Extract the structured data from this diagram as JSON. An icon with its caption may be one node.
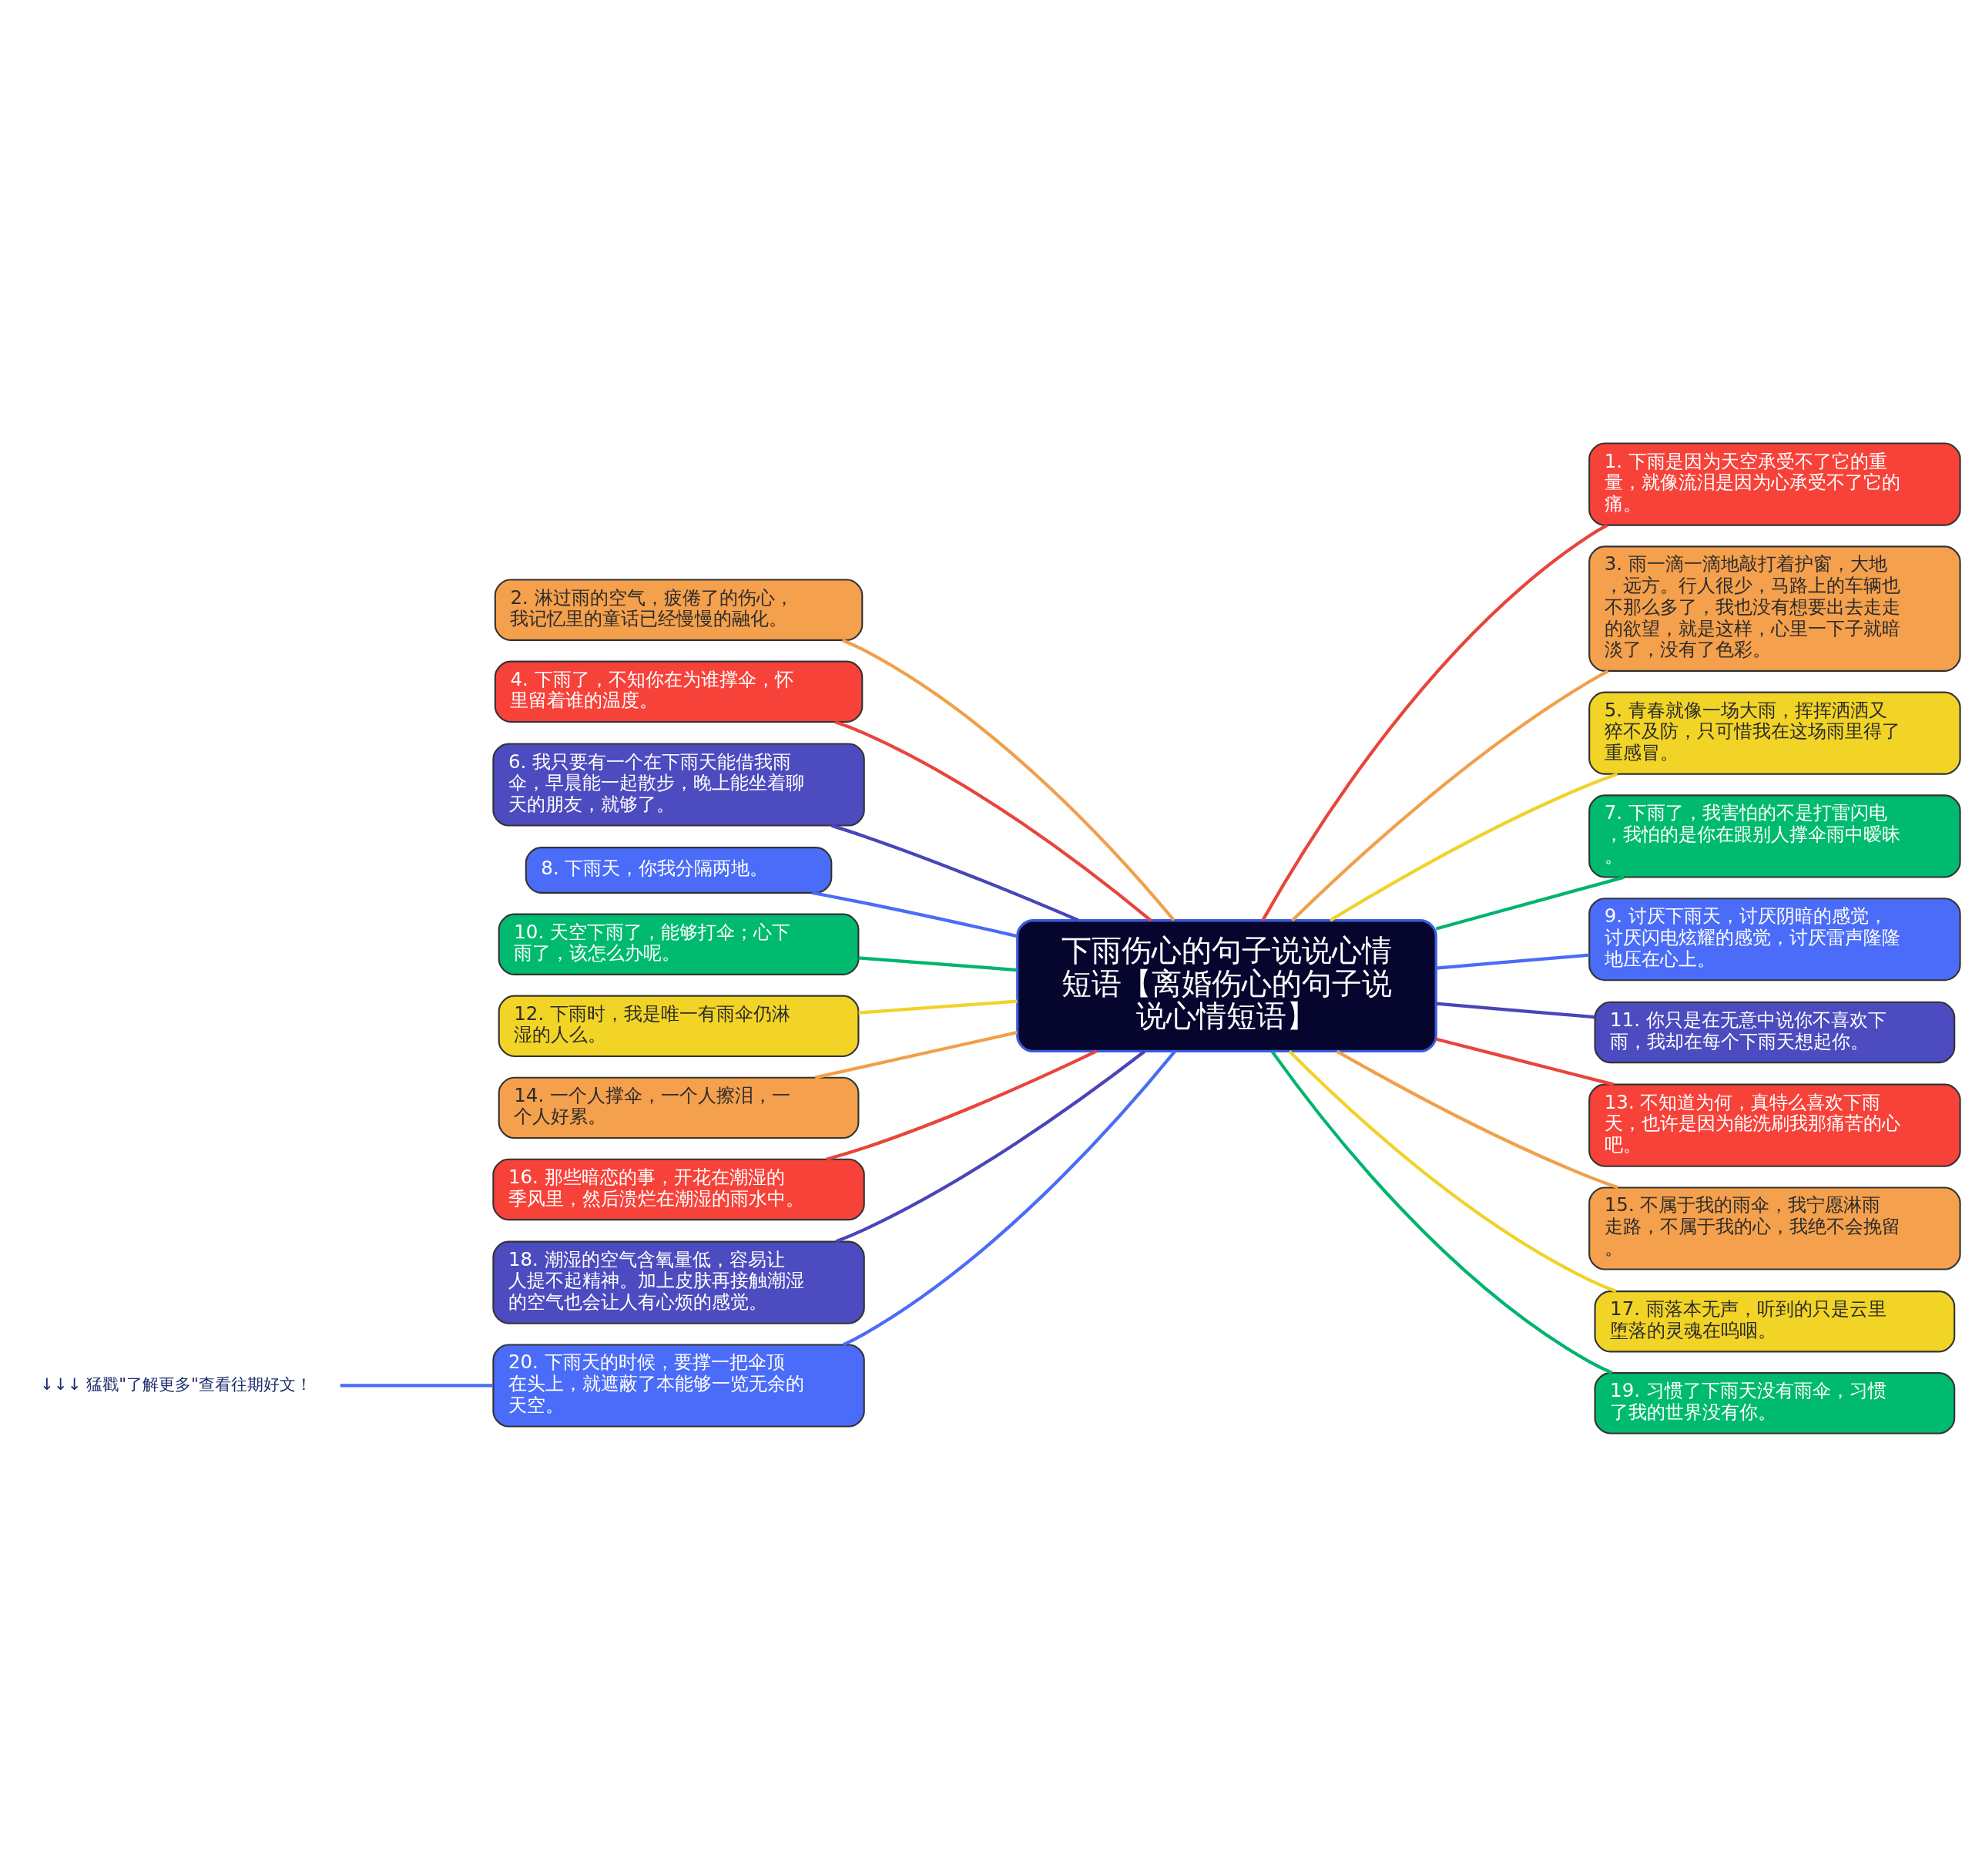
{
  "diagram": {
    "nodes": [
      {
        "text": [
          "下雨伤心的句子说说心情短语【离婚伤心的句子说说心情短语】"
        ]
      },
      {
        "text": [
          "1. 下雨是因为天空承受不了它的重量，就像流泪是因为心承受不了它的痛。"
        ]
      },
      {
        "text": [
          "2. 淋过雨的空气，疲倦了的伤心，我记忆里的童话已经慢慢的融化。"
        ]
      },
      {
        "text": [
          "3. 雨一滴一滴地敲打着护窗，大地，远方。行人很少，马路上的车辆也不那么多了，我也没有想要出去走走的欲望，就是这样，心里一下子就暗淡了，没有了色彩。"
        ]
      },
      {
        "text": [
          "4. 下雨了，不知你在为谁撑伞，怀里留着谁的温度。"
        ]
      },
      {
        "text": [
          "5. 青春就像一场大雨，挥挥洒洒又猝不及防，只可惜我在这场雨里得了重感冒。"
        ]
      },
      {
        "text": [
          "6. 我只要有一个在下雨天能借我雨伞，早晨能一起散步，晚上能坐着聊天的朋友，就够了。"
        ]
      },
      {
        "text": [
          "7. 下雨了，我害怕的不是打雷闪电，我怕的是你在跟别人撑伞雨中暧昧。"
        ]
      },
      {
        "text": [
          "8. 下雨天，你我分隔两地。"
        ]
      },
      {
        "text": [
          "9. 讨厌下雨天，讨厌阴暗的感觉，讨厌闪电炫耀的感觉，讨厌雷声隆隆地压在心上。"
        ]
      },
      {
        "text": [
          "10. 天空下雨了，能够打伞；心下雨了，该怎么办呢。"
        ]
      },
      {
        "text": [
          "11. 你只是在无意中说你不喜欢下雨，我却在每个下雨天想起你。"
        ]
      },
      {
        "text": [
          "12. 下雨时，我是唯一有雨伞仍淋湿的人么。"
        ]
      },
      {
        "text": [
          "13. 不知道为何，真特么喜欢下雨天，也许是因为能洗刷我那痛苦的心吧。"
        ]
      },
      {
        "text": [
          "14. 一个人撑伞，一个人擦泪，一个人好累。"
        ]
      },
      {
        "text": [
          "15. 不属于我的雨伞，我宁愿淋雨走路，不属于我的心，我绝不会挽留。"
        ]
      },
      {
        "text": [
          "16. 那些暗恋的事，开花在潮湿的季风里，然后溃烂在潮湿的雨水中。"
        ]
      },
      {
        "text": [
          "17. 雨落本无声，听到的只是云里堕落的灵魂在呜咽。"
        ]
      },
      {
        "text": [
          "18. 潮湿的空气含氧量低，容易让人提不起精神。加上皮肤再接触潮湿的空气也会让人有心烦的感觉。"
        ]
      },
      {
        "text": [
          "19. 习惯了下雨天没有雨伞，习惯了我的世界没有你。"
        ]
      },
      {
        "text": [
          "20. 下雨天的时候，要撑一把伞顶在头上，就遮蔽了本能够一览无余的天空。"
        ]
      },
      {
        "text": [
          "↓↓↓ 猛戳\"了解更多\"查看往期好文！"
        ]
      }
    ],
    "edges": [
      {
        "from": 0,
        "to": 1,
        "arrow": "none",
        "color": "#e8453c"
      },
      {
        "from": 0,
        "to": 2,
        "arrow": "none",
        "color": "#f0a04b"
      },
      {
        "from": 0,
        "to": 3,
        "arrow": "none",
        "color": "#f0a04b"
      },
      {
        "from": 0,
        "to": 4,
        "arrow": "none",
        "color": "#e8453c"
      },
      {
        "from": 0,
        "to": 5,
        "arrow": "none",
        "color": "#f0d22a"
      },
      {
        "from": 0,
        "to": 6,
        "arrow": "none",
        "color": "#4a45b8"
      },
      {
        "from": 0,
        "to": 7,
        "arrow": "none",
        "color": "#00b46e"
      },
      {
        "from": 0,
        "to": 8,
        "arrow": "none",
        "color": "#4a6cf7"
      },
      {
        "from": 0,
        "to": 9,
        "arrow": "none",
        "color": "#4a6cf7"
      },
      {
        "from": 0,
        "to": 10,
        "arrow": "none",
        "color": "#00b46e"
      },
      {
        "from": 0,
        "to": 11,
        "arrow": "none",
        "color": "#4a45b8"
      },
      {
        "from": 0,
        "to": 12,
        "arrow": "none",
        "color": "#f0d22a"
      },
      {
        "from": 0,
        "to": 13,
        "arrow": "none",
        "color": "#e8453c"
      },
      {
        "from": 0,
        "to": 14,
        "arrow": "none",
        "color": "#f0a04b"
      },
      {
        "from": 0,
        "to": 15,
        "arrow": "none",
        "color": "#f0a04b"
      },
      {
        "from": 0,
        "to": 16,
        "arrow": "none",
        "color": "#e8453c"
      },
      {
        "from": 0,
        "to": 17,
        "arrow": "none",
        "color": "#f0d22a"
      },
      {
        "from": 0,
        "to": 18,
        "arrow": "none",
        "color": "#4a45b8"
      },
      {
        "from": 0,
        "to": 19,
        "arrow": "none",
        "color": "#00b46e"
      },
      {
        "from": 0,
        "to": 20,
        "arrow": "none",
        "color": "#4a6cf7"
      },
      {
        "from": 20,
        "to": 21,
        "arrow": "none",
        "color": "#4a6cf7"
      }
    ]
  }
}
